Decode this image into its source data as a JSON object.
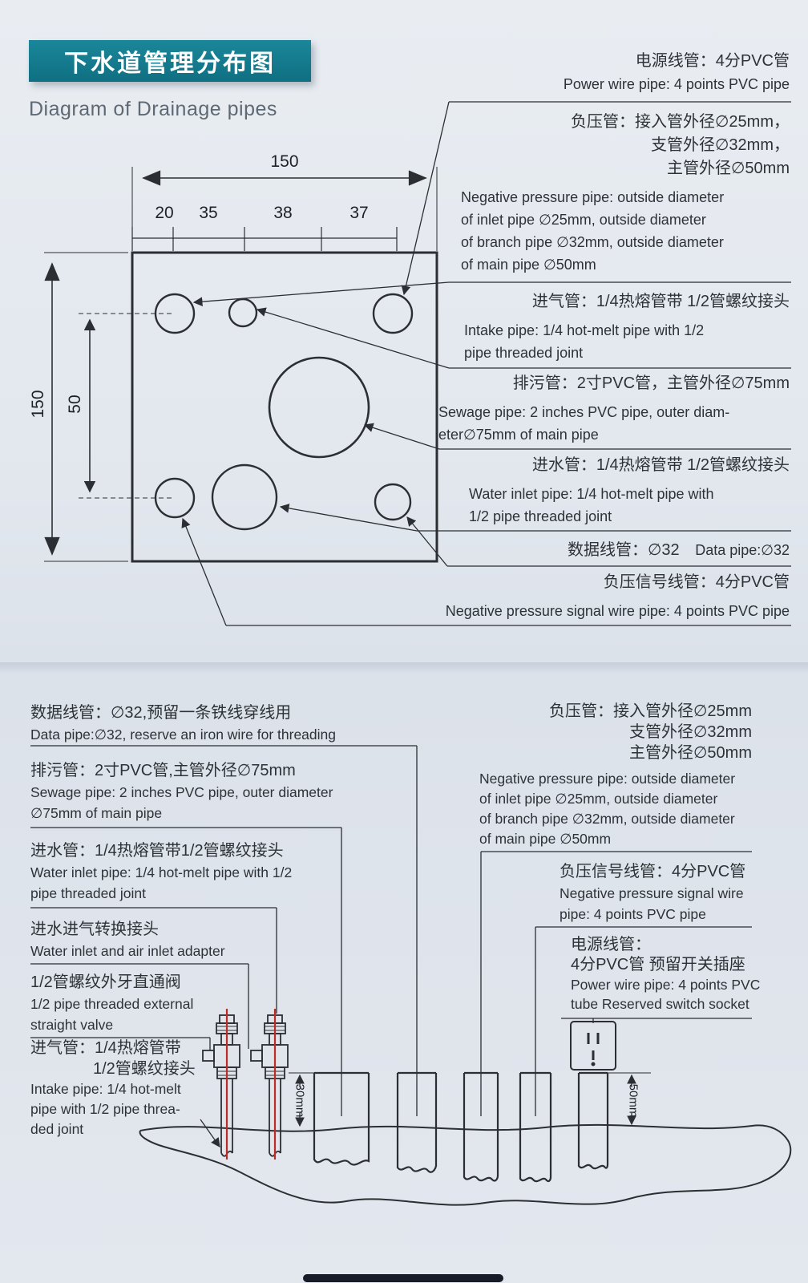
{
  "header": {
    "title_zh": "下水道管理分布图",
    "title_en": "Diagram of Drainage pipes"
  },
  "top": {
    "dims": {
      "total_w": "150",
      "s1": "20",
      "s2": "35",
      "s3": "38",
      "s4": "37",
      "total_h": "150",
      "inner": "50"
    },
    "labels": {
      "power": {
        "zh": "电源线管：4分PVC管",
        "en": "Power wire pipe: 4 points PVC pipe"
      },
      "negative": {
        "zh1": "负压管：接入管外径∅25mm，",
        "zh2": "支管外径∅32mm，",
        "zh3": "主管外径∅50mm",
        "en1": "Negative pressure pipe: outside diameter",
        "en2": "of inlet pipe ∅25mm, outside diameter",
        "en3": "of branch pipe ∅32mm, outside diameter",
        "en4": "of main pipe ∅50mm"
      },
      "intake": {
        "zh": "进气管：1/4热熔管带 1/2管螺纹接头",
        "en1": "Intake pipe: 1/4 hot-melt pipe with 1/2",
        "en2": "pipe threaded joint"
      },
      "sewage": {
        "zh": "排污管：2寸PVC管，主管外径∅75mm",
        "en1": "Sewage pipe: 2 inches PVC pipe, outer diam-",
        "en2": "eter∅75mm of main pipe"
      },
      "water": {
        "zh": "进水管：1/4热熔管带 1/2管螺纹接头",
        "en1": "Water inlet pipe: 1/4 hot-melt pipe with",
        "en2": "1/2 pipe threaded joint"
      },
      "data": {
        "zh": "数据线管：∅32",
        "en": "Data pipe:∅32"
      },
      "signal": {
        "zh": "负压信号线管：4分PVC管",
        "en": "Negative pressure signal wire pipe: 4 points PVC pipe"
      }
    }
  },
  "bottom": {
    "left": {
      "data": {
        "zh": "数据线管：∅32,预留一条铁线穿线用",
        "en": "Data pipe:∅32, reserve an iron wire for threading"
      },
      "sewage": {
        "zh": "排污管：2寸PVC管,主管外径∅75mm",
        "en1": "Sewage pipe: 2 inches PVC pipe, outer diameter",
        "en2": "∅75mm of main pipe"
      },
      "water": {
        "zh": "进水管：1/4热熔管带1/2管螺纹接头",
        "en1": "Water inlet pipe: 1/4 hot-melt pipe with 1/2",
        "en2": "pipe threaded joint"
      },
      "adapter": {
        "zh": "进水进气转换接头",
        "en": "Water inlet and air inlet adapter"
      },
      "valve": {
        "zh": "1/2管螺纹外牙直通阀",
        "en1": "1/2 pipe threaded external",
        "en2": "straight valve"
      },
      "intake": {
        "zh1": "进气管：1/4热熔管带",
        "zh2": "1/2管螺纹接头",
        "en1": "Intake pipe: 1/4 hot-melt",
        "en2": "pipe with 1/2 pipe threa-",
        "en3": "ded joint"
      }
    },
    "right": {
      "negative": {
        "zh1": "负压管：接入管外径∅25mm",
        "zh2": "支管外径∅32mm",
        "zh3": "主管外径∅50mm",
        "en1": "Negative pressure pipe: outside diameter",
        "en2": "of inlet pipe ∅25mm, outside diameter",
        "en3": "of branch pipe ∅32mm, outside diameter",
        "en4": "of main pipe ∅50mm"
      },
      "signal": {
        "zh": "负压信号线管：4分PVC管",
        "en1": "Negative pressure signal wire",
        "en2": "pipe: 4 points PVC pipe"
      },
      "power": {
        "zh1": "电源线管：",
        "zh2": "4分PVC管 预留开关插座",
        "en1": "Power wire pipe: 4 points PVC",
        "en2": "tube Reserved switch socket"
      }
    },
    "dims": {
      "d30": "30mm",
      "d50": "50mm"
    }
  },
  "colors": {
    "banner": "#11798d",
    "line": "#2b2f33",
    "red": "#c02a24",
    "background": "#e2e7ee",
    "text": "#2d3237"
  }
}
